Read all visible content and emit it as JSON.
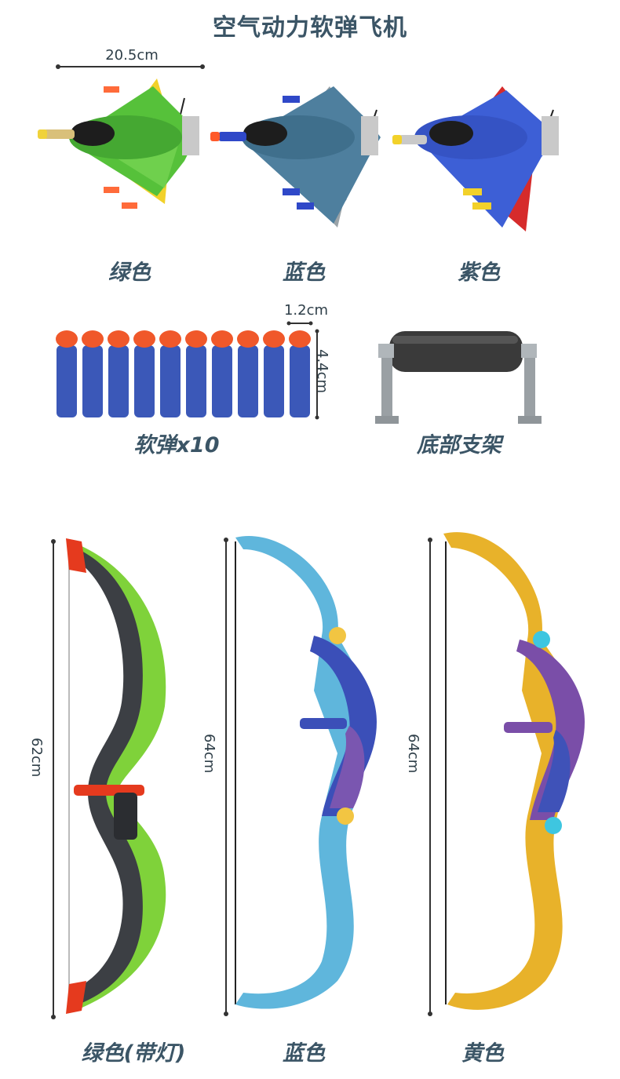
{
  "title": "空气动力软弹飞机",
  "dimensions": {
    "plane_width": "20.5cm",
    "dart_diameter": "1.2cm",
    "dart_length": "4.4cm",
    "bow_green_length": "62cm",
    "bow_blue_length": "64cm",
    "bow_yellow_length": "64cm"
  },
  "planes": [
    {
      "label": "绿色",
      "color": "#4caf3a"
    },
    {
      "label": "蓝色",
      "color": "#4e7f9e"
    },
    {
      "label": "紫色",
      "color": "#3d5fd6"
    }
  ],
  "accessories": {
    "darts_label": "软弹x10",
    "stand_label": "底部支架"
  },
  "bows": [
    {
      "label": "绿色(带灯)",
      "color": "#7fd23a"
    },
    {
      "label": "蓝色",
      "color": "#5fb6dc"
    },
    {
      "label": "黄色",
      "color": "#e8b22a"
    }
  ]
}
